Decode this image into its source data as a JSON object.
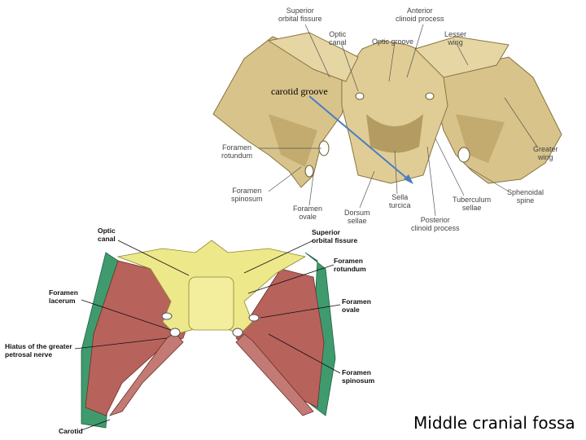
{
  "title": "Middle cranial fossa",
  "annotation": "carotid groove",
  "colors": {
    "bone": "#d8c38a",
    "bone_shadow": "#a88f55",
    "sphenoid_yellow": "#ede88a",
    "temporal_red": "#b8625c",
    "outer_green": "#3f9b6e",
    "arrow_blue": "#4a7cc4"
  },
  "top_figure": {
    "labels": [
      "Superior\norbital fissure",
      "Anterior\nclinoid process",
      "Optic\ncanal",
      "Optic groove",
      "Lesser\nwing",
      "Foramen\nrotundum",
      "Greater\nwing",
      "Foramen\nspinosum",
      "Foramen\novale",
      "Dorsum\nsellae",
      "Sella\nturcica",
      "Tuberculum\nsellae",
      "Sphenoidal\nspine",
      "Posterior\nclinoid process"
    ]
  },
  "bottom_figure": {
    "labels_left": [
      "Optic\ncanal",
      "Foramen\nlacerum",
      "Hiatus of the greater\npetrosal nerve",
      "Carotid"
    ],
    "labels_right": [
      "Superior\norbital fissure",
      "Foramen\nrotundum",
      "Foramen\novale",
      "Foramen\nspinosum"
    ]
  }
}
